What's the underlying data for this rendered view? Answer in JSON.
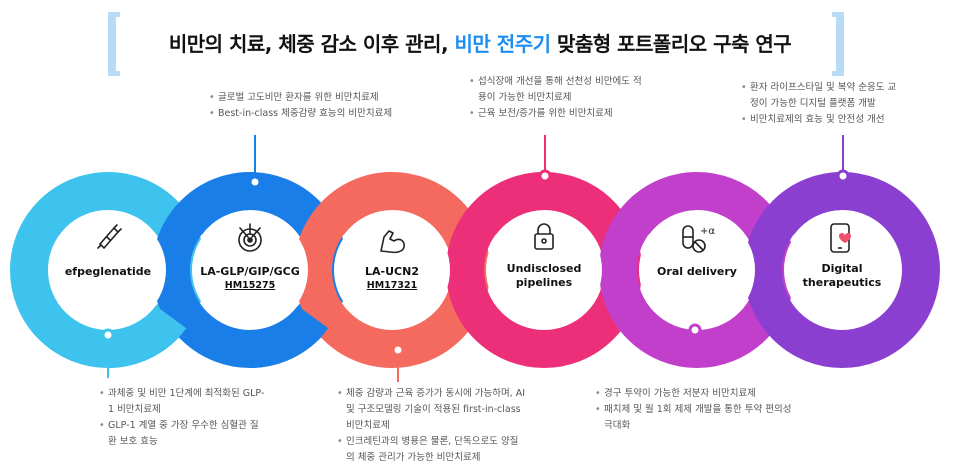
{
  "title": {
    "part1": "비만의 치료, 체중 감소 이후 관리, ",
    "highlight": "비만 전주기",
    "part2": " 맞춤형 포트폴리오 구축 연구"
  },
  "nodes": [
    {
      "name": "efpeglenatide",
      "sub": "",
      "icon": "pen-injector-icon",
      "color": "#3ec3ee"
    },
    {
      "name": "LA-GLP/GIP/GCG",
      "sub": "HM15275",
      "icon": "target-arrows-icon",
      "color": "#1a7ee8"
    },
    {
      "name": "LA-UCN2",
      "sub": "HM17321",
      "icon": "flexed-arm-icon",
      "color": "#f46a5e"
    },
    {
      "name": "Undisclosed pipelines",
      "sub": "",
      "icon": "lock-icon",
      "color": "#ec2f78"
    },
    {
      "name": "Oral delivery",
      "sub": "",
      "icon": "pill-capsule-icon",
      "color": "#c23fcc"
    },
    {
      "name": "Digital therapeutics",
      "sub": "",
      "icon": "smartphone-heart-icon",
      "color": "#8a3fd0"
    }
  ],
  "notes": {
    "efpeglenatide": [
      "과체중 및 비만 1단계에 최적화된 GLP-1 비만치료제",
      "GLP-1 계열 중 가장 우수한 심혈관 질환 보호 효능"
    ],
    "la_glp": [
      "글로벌 고도비만 환자를 위한 비만치료제",
      "Best-in-class 체중감량 효능의 비만치료제"
    ],
    "la_ucn2": [
      "체중 감량과 근육 증가가 동시에 가능하며, AI 및 구조모델링 기술이 적용된 first-in-class 비만치료제",
      "인크레틴과의 병용은 물론, 단독으로도 양질의 체중 관리가 가능한 비만치료제"
    ],
    "undisclosed": [
      "섭식장애 개선을 통해 선천성 비만에도 적용이 가능한 비만치료제",
      "근육 보전/증가를 위한 비만치료제"
    ],
    "oral": [
      "경구 투약이 가능한 저분자 비만치료제",
      "패치제 및 월 1회 제제 개발을 통한 투약 편의성 극대화"
    ],
    "digital": [
      "환자 라이프스타일 및 복약 순응도 교정이 가능한 디지털 플랫폼 개발",
      "비만치료제의 효능 및 안전성 개선"
    ]
  }
}
